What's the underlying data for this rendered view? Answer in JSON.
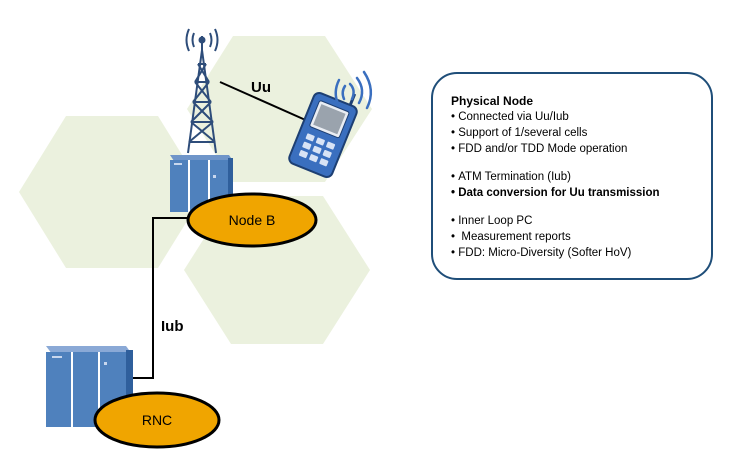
{
  "labels": {
    "uu": "Uu",
    "iub": "Iub",
    "node_b": "Node B",
    "rnc": "RNC"
  },
  "info_box": {
    "title": "Physical Node",
    "group1": [
      "Connected via Uu/Iub",
      "Support of 1/several cells",
      "FDD and/or TDD Mode operation"
    ],
    "group2": [
      "ATM Termination (Iub)",
      "Data conversion for Uu transmission"
    ],
    "group3": [
      "Inner  Loop PC",
      " Measurement reports",
      "FDD: Micro-Diversity (Softer HoV)"
    ]
  },
  "colors": {
    "hexagon": "#ebf1de",
    "equipment": "#4f81bd",
    "ellipse": "#f0a500",
    "phone": "#3a6fbf",
    "border": "#1f4e79"
  },
  "icons": [
    "radio-tower-icon",
    "mobile-phone-icon",
    "signal-waves-icon",
    "server-rack-icon"
  ]
}
